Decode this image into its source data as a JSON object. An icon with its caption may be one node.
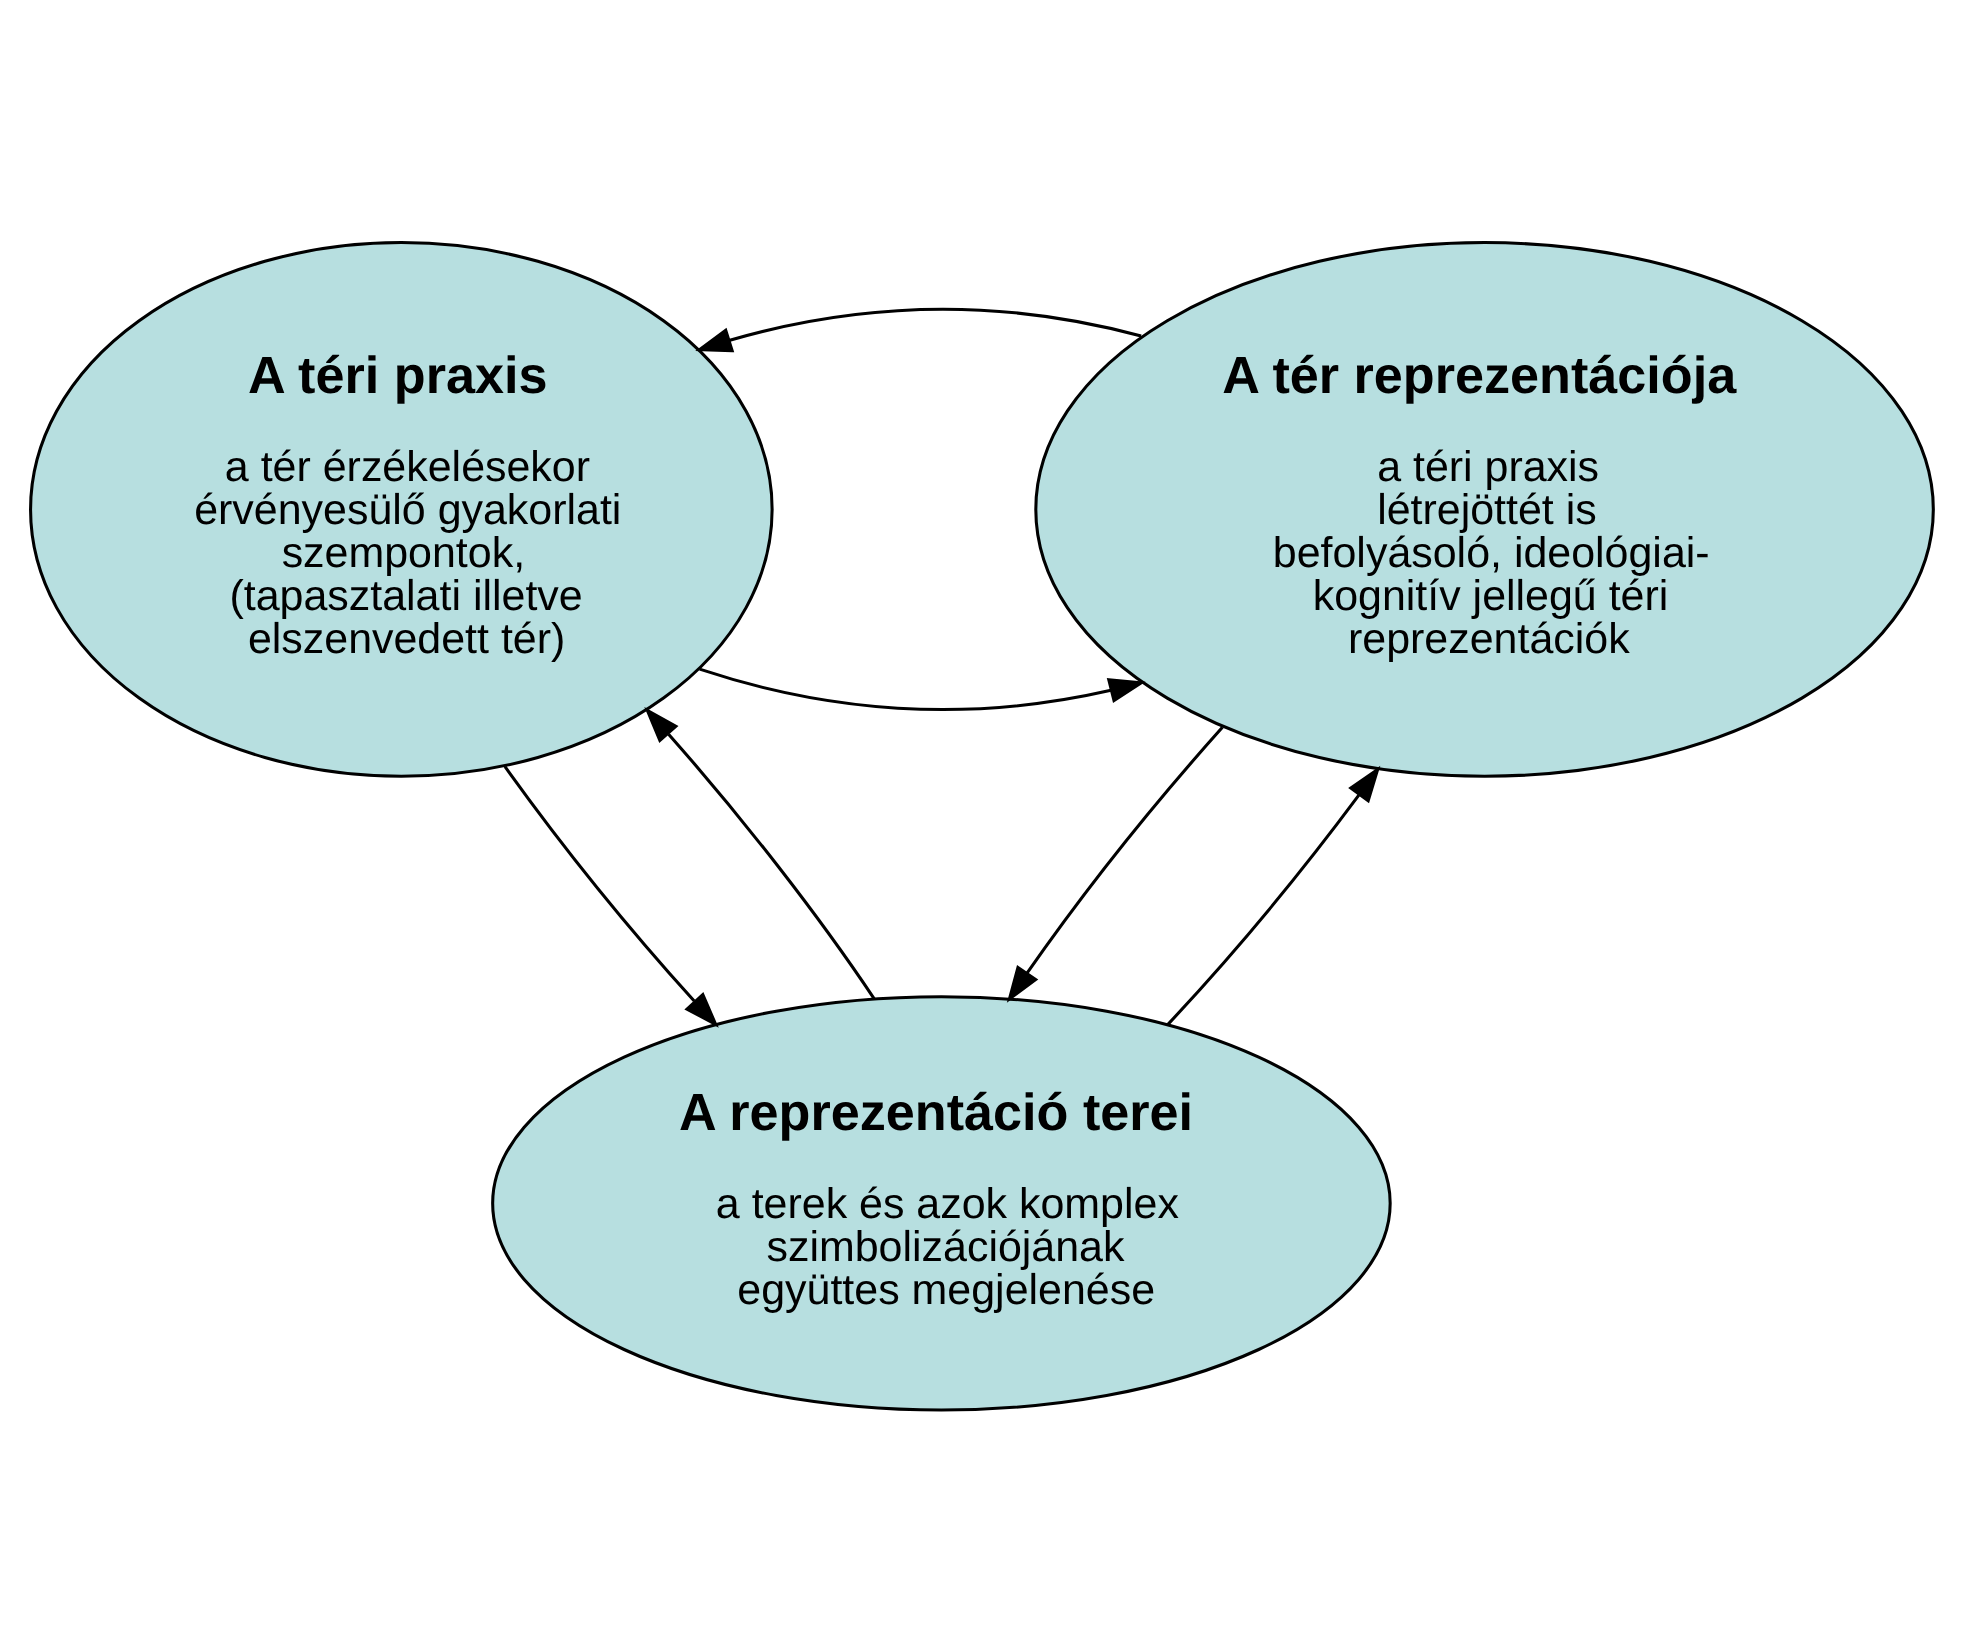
{
  "diagram": {
    "nodes": [
      {
        "text": [
          "A téri praxis",
          "a tér érzékelésekor érvényesülő gyakorlati szempontok, (tapasztalati illetve elszenvedett tér)"
        ]
      },
      {
        "text": [
          "A tér reprezentációja",
          "a téri praxis létrejöttét is befolyásoló, ideológiai- kognitív jellegű téri reprezentációk"
        ]
      },
      {
        "text": [
          "A reprezentáció terei",
          "a terek és azok komplex szimbolizációjának együttes megjelenése"
        ]
      }
    ],
    "edges": [
      {
        "from": 0,
        "to": 1,
        "arrow": "to"
      },
      {
        "from": 1,
        "to": 0,
        "arrow": "to"
      },
      {
        "from": 0,
        "to": 2,
        "arrow": "to"
      },
      {
        "from": 2,
        "to": 0,
        "arrow": "to"
      },
      {
        "from": 1,
        "to": 2,
        "arrow": "to"
      },
      {
        "from": 2,
        "to": 1,
        "arrow": "to"
      }
    ]
  }
}
